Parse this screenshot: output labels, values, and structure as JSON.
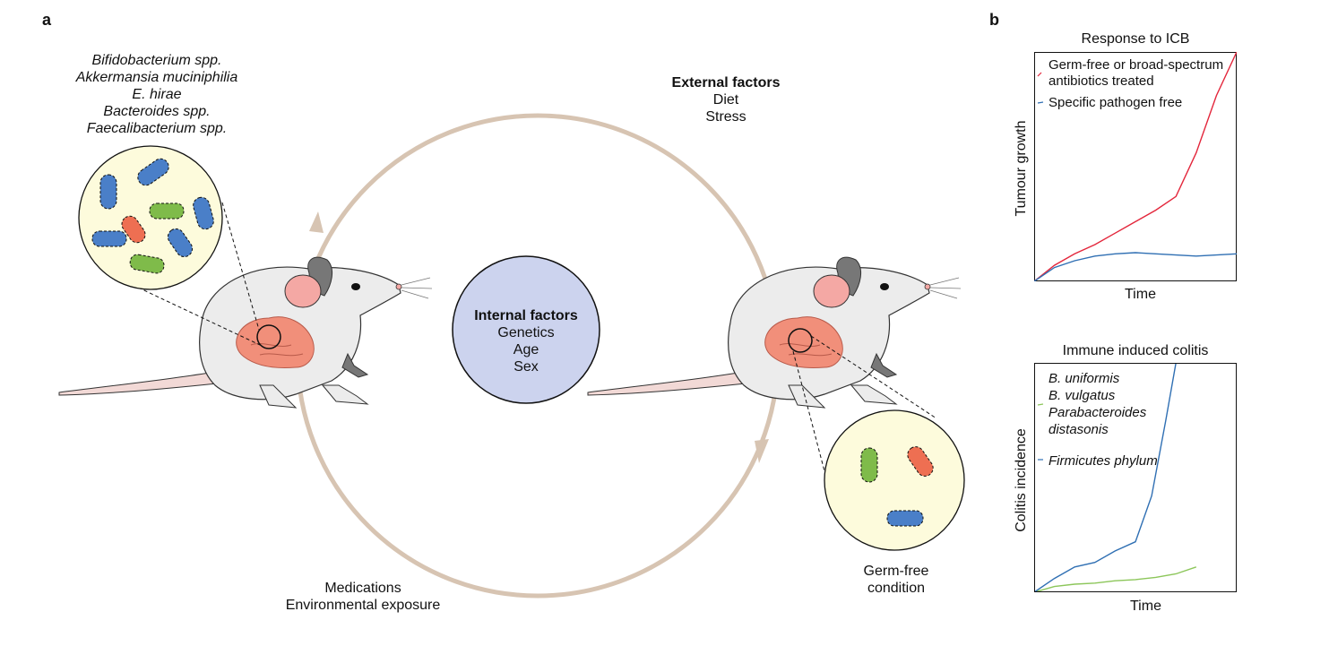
{
  "panels": {
    "a_label": "a",
    "b_label": "b"
  },
  "left_bacteria": {
    "names": [
      "Bifidobacterium spp.",
      "Akkermansia muciniphilia",
      "E. hirae",
      "Bacteroides spp.",
      "Faecalibacterium spp."
    ]
  },
  "external": {
    "title": "External factors",
    "items": [
      "Diet",
      "Stress"
    ]
  },
  "internal": {
    "title": "Internal factors",
    "items": [
      "Genetics",
      "Age",
      "Sex"
    ]
  },
  "environment": {
    "items": [
      "Medications",
      "Environmental exposure"
    ]
  },
  "germ_free": {
    "label_line1": "Germ-free",
    "label_line2": "condition"
  },
  "colors": {
    "cycle_ring": "#d7c4b2",
    "internal_circle": "#ccd3ee",
    "magnifier_bg": "#fdfbdc",
    "bact_blue": "#4a7fc8",
    "bact_green": "#7fbb4a",
    "bact_red": "#ee6f52",
    "mouse_body": "#ececec",
    "gut": "#f18f7a",
    "line_red": "#e3263b",
    "line_blue": "#2f6fb3",
    "line_green": "#8cc65a"
  },
  "chart_data": [
    {
      "type": "line",
      "title": "Response to ICB",
      "xlabel": "Time",
      "ylabel": "Tumour growth",
      "xlim": [
        0,
        10
      ],
      "ylim": [
        0,
        10
      ],
      "legend_position": "top-left",
      "series": [
        {
          "name": "Germ-free or broad-spectrum antibiotics treated",
          "color": "#e3263b",
          "x": [
            0,
            1,
            2,
            3,
            4,
            5,
            6,
            7,
            8,
            9,
            10
          ],
          "y": [
            0,
            0.7,
            1.2,
            1.6,
            2.1,
            2.6,
            3.1,
            3.7,
            5.6,
            8.1,
            10.2
          ]
        },
        {
          "name": "Specific pathogen free",
          "color": "#2f6fb3",
          "x": [
            0,
            1,
            2,
            3,
            4,
            5,
            6,
            7,
            8,
            9,
            10
          ],
          "y": [
            0,
            0.6,
            0.9,
            1.1,
            1.2,
            1.25,
            1.2,
            1.15,
            1.1,
            1.15,
            1.2
          ]
        }
      ]
    },
    {
      "type": "line",
      "title": "Immune induced colitis",
      "xlabel": "Time",
      "ylabel": "Colitis incidence",
      "xlim": [
        0,
        10
      ],
      "ylim": [
        0,
        10
      ],
      "legend_position": "top-left",
      "series": [
        {
          "name": "B. uniformis\nB. vulgatus\nParabacteroides\ndistasonis",
          "color": "#8cc65a",
          "x": [
            0,
            1,
            2,
            3,
            4,
            5,
            6,
            7,
            8
          ],
          "y": [
            0,
            0.25,
            0.35,
            0.4,
            0.5,
            0.55,
            0.65,
            0.8,
            1.1
          ]
        },
        {
          "name": "Firmicutes phylum",
          "color": "#2f6fb3",
          "x": [
            0,
            1,
            2,
            3,
            4,
            5,
            5.8,
            6.5,
            7
          ],
          "y": [
            0,
            0.6,
            1.1,
            1.3,
            1.8,
            2.2,
            4.2,
            7.5,
            10.5
          ]
        }
      ]
    }
  ]
}
